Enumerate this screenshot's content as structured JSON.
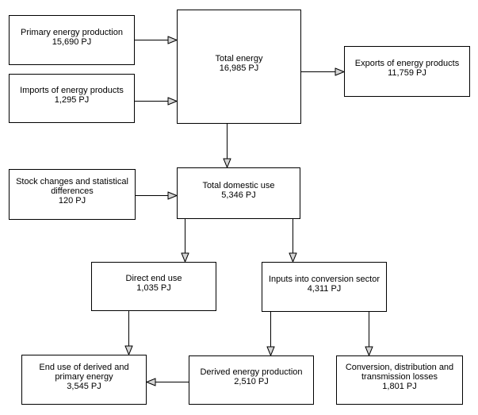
{
  "diagram": {
    "colors": {
      "background": "#ffffff",
      "box_border": "#000000",
      "text": "#000000",
      "arrow_line": "#000000",
      "arrowhead_fill": "#d4d4d4"
    },
    "unit": "PJ",
    "boxes": {
      "primary": {
        "lines": [
          "Primary energy production",
          "15,690 PJ"
        ]
      },
      "imports": {
        "lines": [
          "Imports of energy products",
          "1,295 PJ"
        ]
      },
      "total_energy": {
        "lines": [
          "Total energy",
          "16,985 PJ"
        ]
      },
      "exports": {
        "lines": [
          "Exports of energy products",
          "11,759 PJ"
        ]
      },
      "stock_changes": {
        "lines": [
          "Stock changes and statistical",
          "differences",
          "120 PJ"
        ]
      },
      "total_domestic_use": {
        "lines": [
          "Total domestic use",
          "5,346 PJ"
        ]
      },
      "direct_end_use": {
        "lines": [
          "Direct end use",
          "1,035 PJ"
        ]
      },
      "inputs_conversion": {
        "lines": [
          "Inputs into conversion sector",
          "4,311 PJ"
        ]
      },
      "end_use_derived_primary": {
        "lines": [
          "End use of derived and",
          "primary energy",
          "3,545 PJ"
        ]
      },
      "derived_production": {
        "lines": [
          "Derived energy production",
          "2,510 PJ"
        ]
      },
      "conversion_losses": {
        "lines": [
          "Conversion, distribution and",
          "transmission losses",
          "1,801 PJ"
        ]
      }
    },
    "connections": [
      {
        "from": "primary",
        "to": "total_energy"
      },
      {
        "from": "imports",
        "to": "total_energy"
      },
      {
        "from": "total_energy",
        "to": "exports"
      },
      {
        "from": "total_energy",
        "to": "total_domestic_use"
      },
      {
        "from": "stock_changes",
        "to": "total_domestic_use"
      },
      {
        "from": "total_domestic_use",
        "to": "direct_end_use"
      },
      {
        "from": "total_domestic_use",
        "to": "inputs_conversion"
      },
      {
        "from": "direct_end_use",
        "to": "end_use_derived_primary"
      },
      {
        "from": "inputs_conversion",
        "to": "derived_production"
      },
      {
        "from": "inputs_conversion",
        "to": "conversion_losses"
      },
      {
        "from": "derived_production",
        "to": "end_use_derived_primary"
      }
    ]
  }
}
